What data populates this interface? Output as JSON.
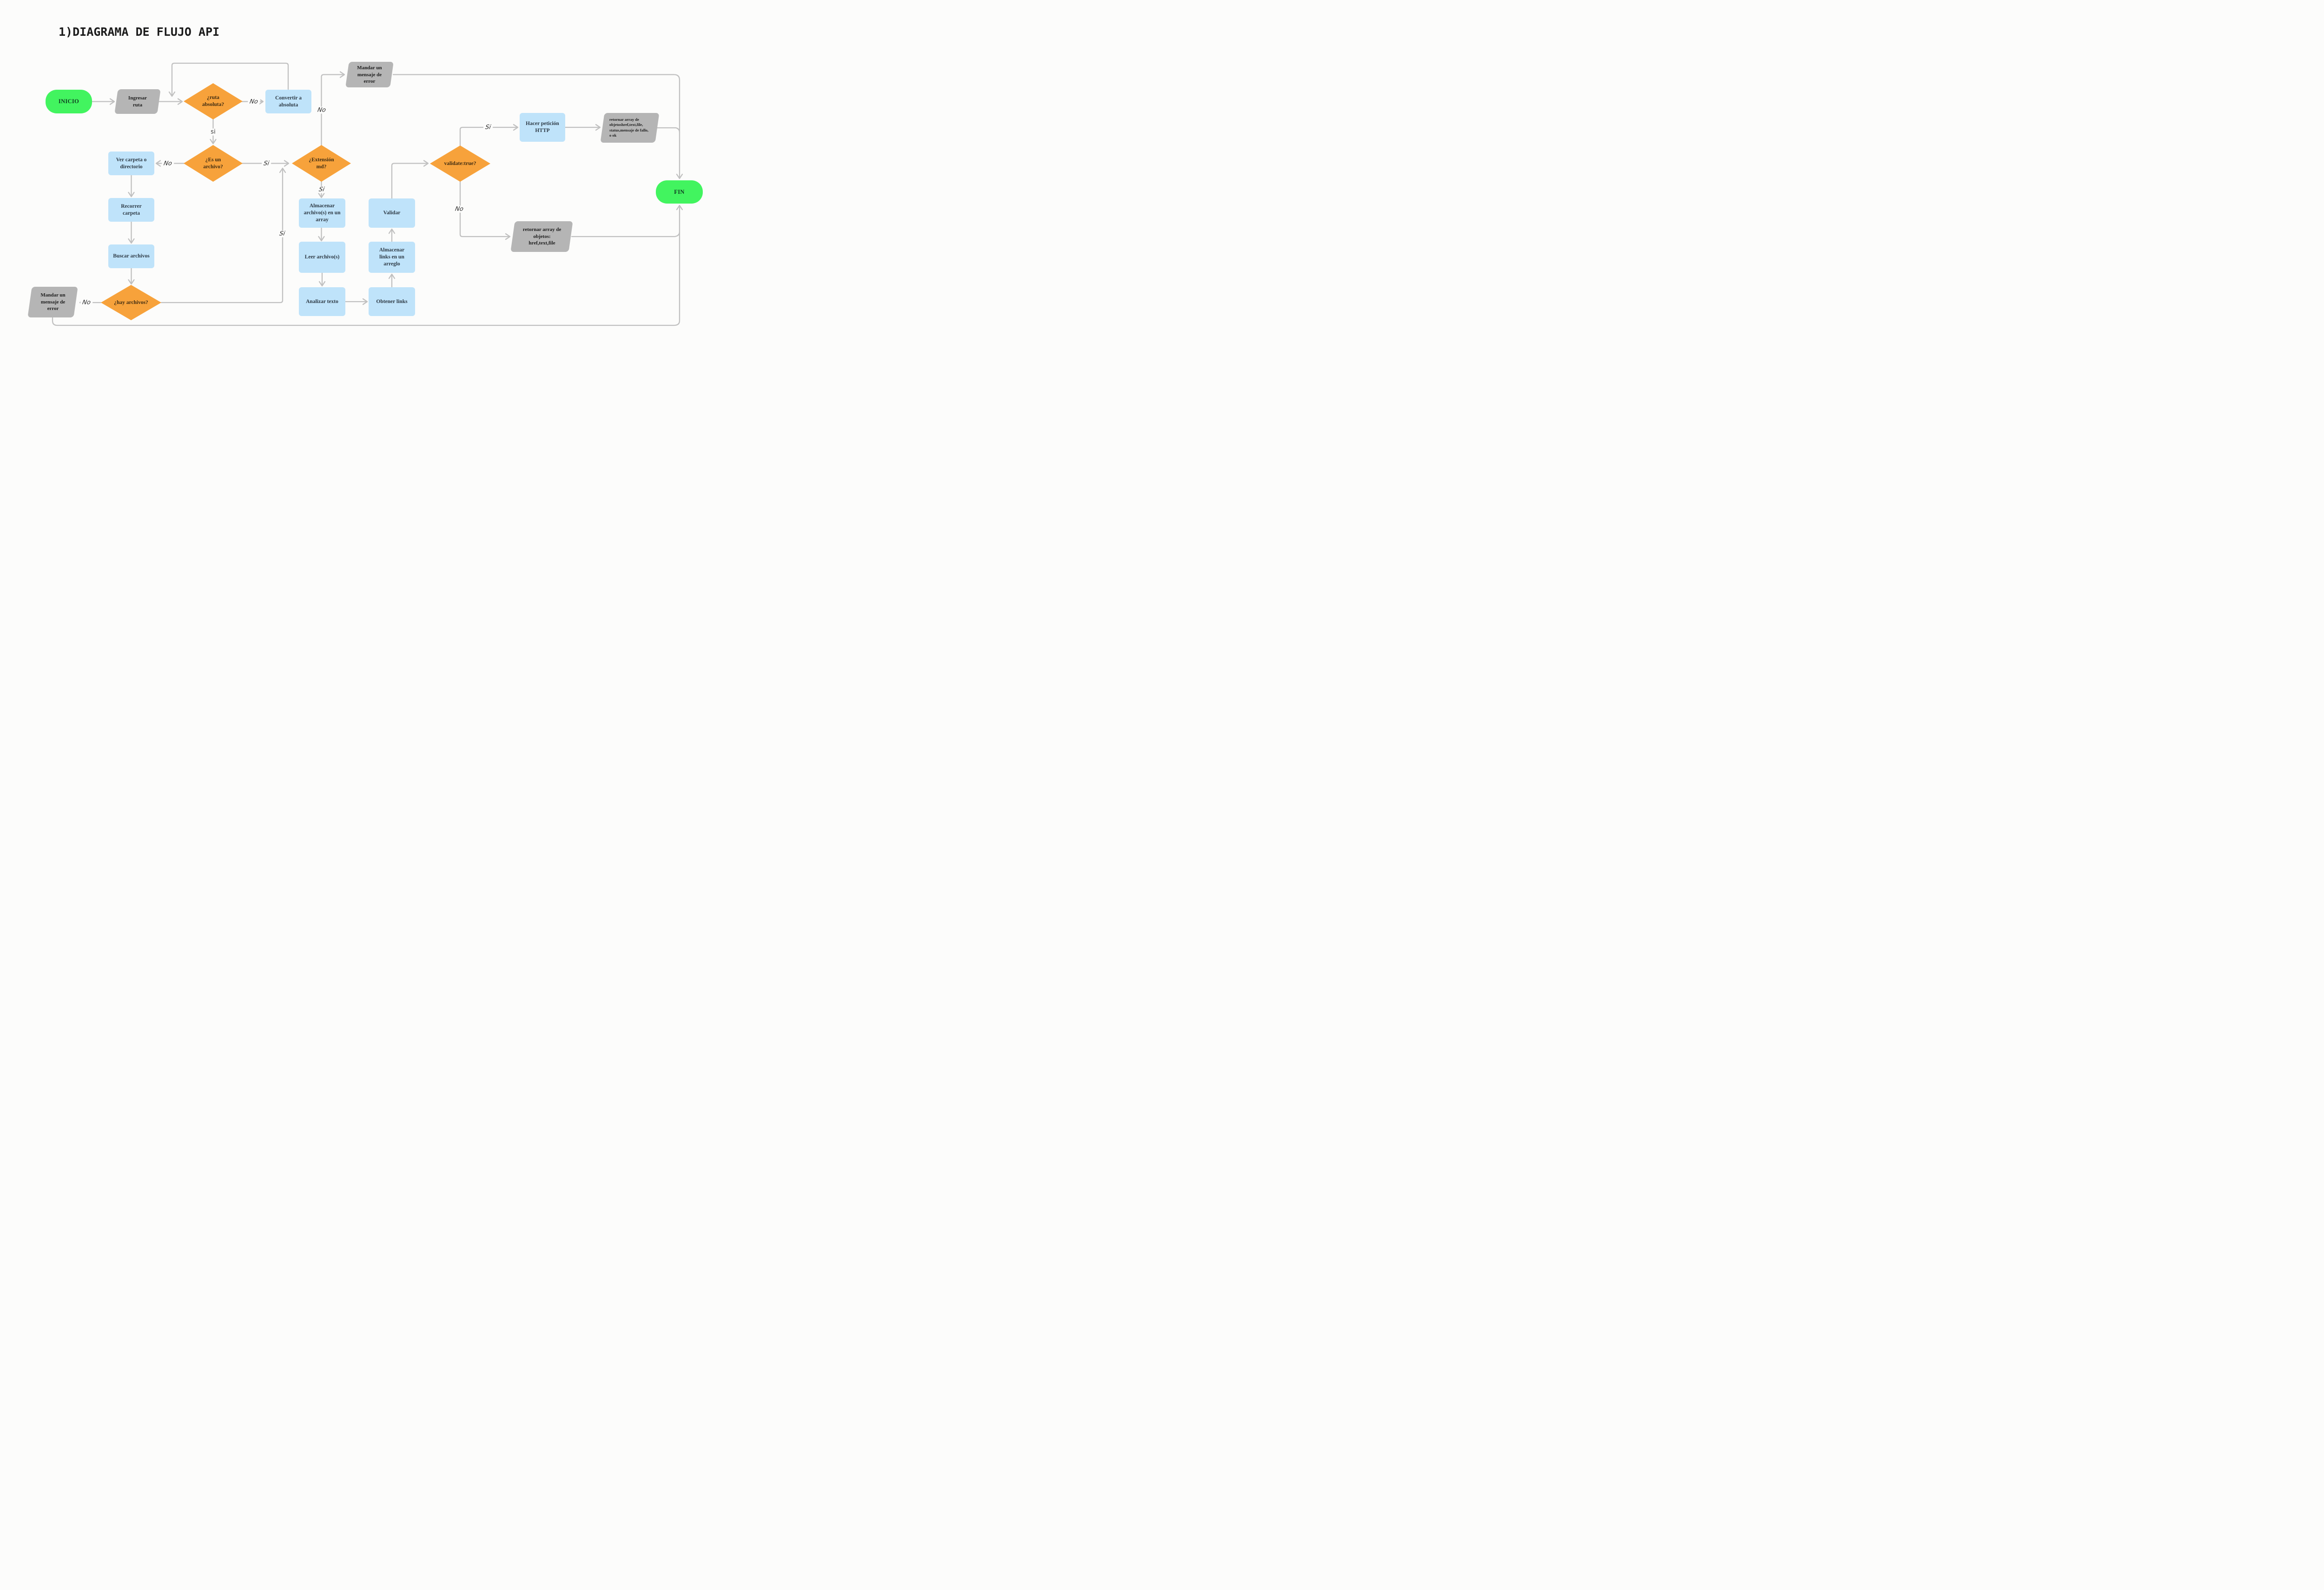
{
  "title": "1)DIAGRAMA DE FLUJO API",
  "colors": {
    "background": "#fcfcfb",
    "terminator_green": "#42f45f",
    "decision_orange": "#f7a23b",
    "process_blue": "#bfe3fa",
    "data_gray": "#b5b5b5",
    "connector_gray": "#c0c0c0"
  },
  "nodes": {
    "inicio": {
      "label": "INICIO"
    },
    "ingresar_ruta": {
      "label": "Ingresar ruta"
    },
    "ruta_absoluta": {
      "label": "¿ruta absoluta?"
    },
    "convertir_absoluta": {
      "label": "Convertir a absoluta"
    },
    "mandar_error_top": {
      "label": "Mandar un mensaje de error"
    },
    "ver_carpeta": {
      "label": "Ver carpeta o directorio"
    },
    "es_un_archivo": {
      "label": "¿Es un archivo?"
    },
    "extension_md": {
      "label": "¿Extensión md?"
    },
    "recorrer_carpeta": {
      "label": "Recorrer carpeta"
    },
    "buscar_archivos": {
      "label": "Buscar archivos"
    },
    "hay_archivos": {
      "label": "¿hay archivos?"
    },
    "mandar_error_bottom": {
      "label": "Mandar un mensaje de error"
    },
    "almacenar_array": {
      "label": "Almacenar archivo(s) en un array"
    },
    "leer_archivos": {
      "label": "Leer archivo(s)"
    },
    "analizar_texto": {
      "label": "Analizar texto"
    },
    "obtener_links": {
      "label": "Obtener links"
    },
    "almacenar_links": {
      "label": "Almacenar links en un arreglo"
    },
    "validar": {
      "label": "Validar"
    },
    "validate_true": {
      "label": "validate:true?"
    },
    "hacer_peticion": {
      "label": "Hacer petición HTTP"
    },
    "retornar_status": {
      "label": "retornar array de objetoshref,text,file, status,mensaje de fallo, o ok"
    },
    "retornar_objetos": {
      "label": "retornar array de objetos: href,text,file"
    },
    "fin": {
      "label": "FIN"
    }
  },
  "labels": {
    "ruta_no": "No",
    "ruta_si": "si",
    "archivo_no": "No",
    "archivo_si": "Si",
    "extension_no": "No",
    "extension_si": "Si",
    "hay_no": "No",
    "hay_si": "Si",
    "validate_si": "Si",
    "validate_no": "No"
  }
}
